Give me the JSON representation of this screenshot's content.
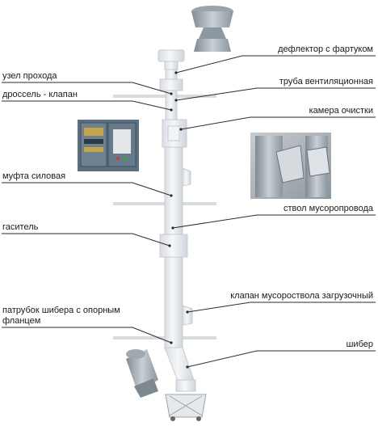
{
  "labels": {
    "deflector": "дефлектор с фартуком",
    "pass_node": "узел прохода",
    "vent_pipe": "труба вентиляционная",
    "throttle_valve": "дроссель - клапан",
    "cleaning_chamber": "камера очистки",
    "power_coupling": "муфта силовая",
    "chute_trunk": "ствол мусоропровода",
    "damper": "гаситель",
    "loading_valve": "клапан мусороствола загрузочный",
    "gate_nozzle": "патрубок шибера с опорным фланцем",
    "gate": "шибер"
  },
  "colors": {
    "line": "#2b2b2b",
    "pipe": "#e9ecef",
    "pipe_edge": "#c6ccd2",
    "slab": "#d7dce0",
    "steel": "#a9b3bb",
    "cabinet": "#5b6f7e"
  }
}
